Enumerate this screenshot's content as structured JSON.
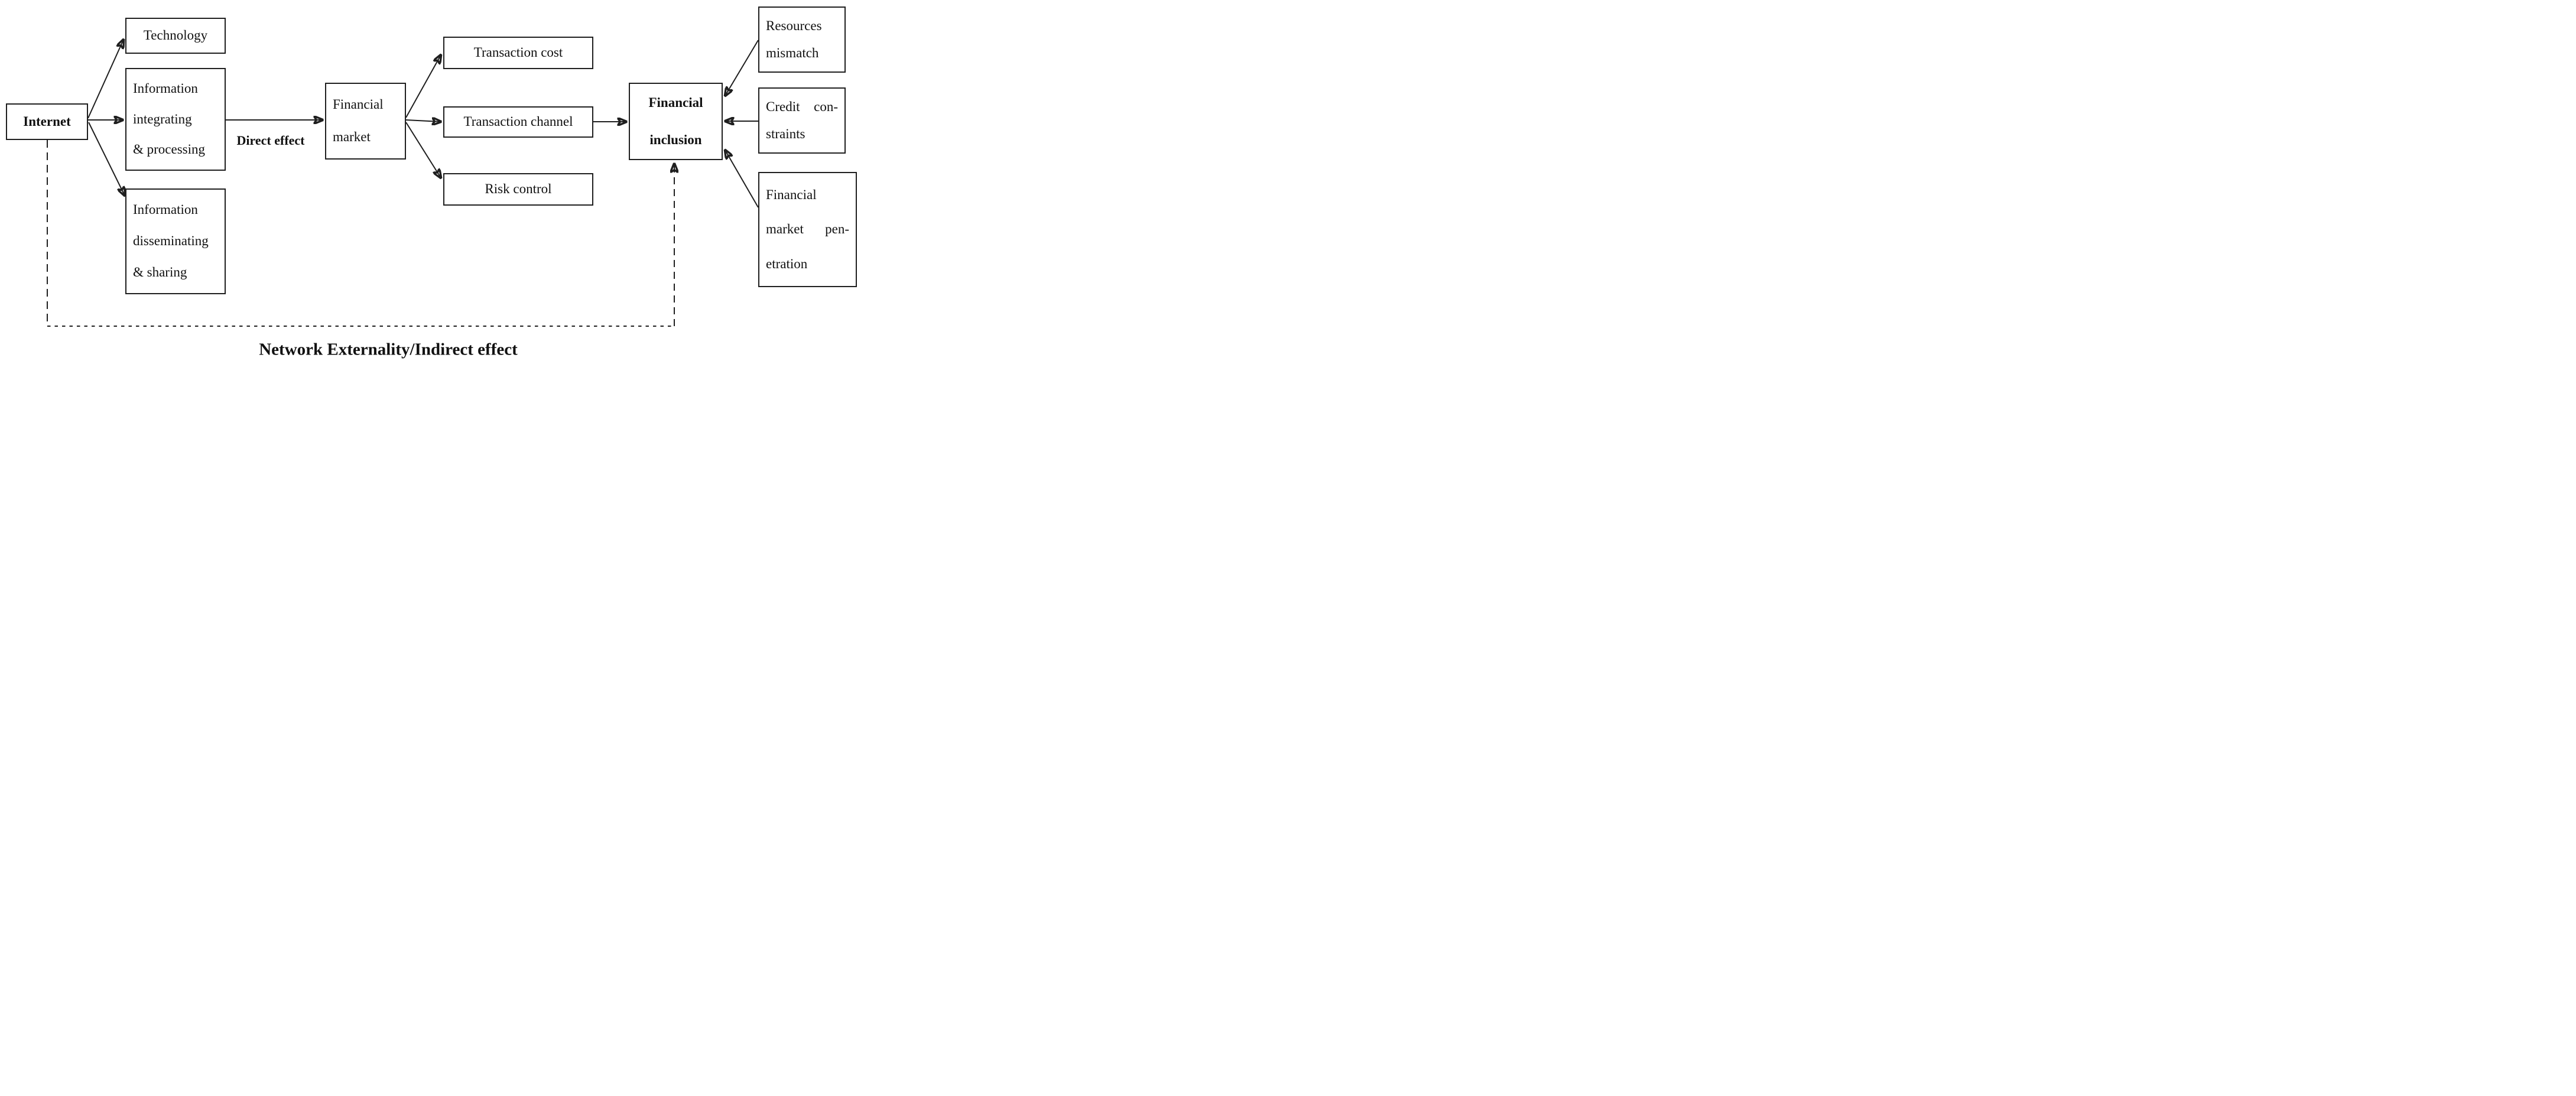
{
  "diagram": {
    "nodes": {
      "internet": {
        "label": "Internet"
      },
      "technology": {
        "label": "Technology"
      },
      "info_integrating": {
        "lines": [
          "Information",
          "integrating",
          "& processing"
        ]
      },
      "info_disseminating": {
        "lines": [
          "Information",
          "disseminating",
          "& sharing"
        ]
      },
      "financial_market": {
        "lines": [
          "Financial",
          "market"
        ]
      },
      "transaction_cost": {
        "label": "Transaction cost"
      },
      "transaction_channel": {
        "label": "Transaction channel"
      },
      "risk_control": {
        "label": "Risk control"
      },
      "financial_inclusion": {
        "lines": [
          "Financial",
          "inclusion"
        ]
      },
      "resources_mismatch": {
        "lines": [
          "Resources",
          "mismatch"
        ]
      },
      "credit_constraints": {
        "lines": [
          "Credit con-",
          "straints"
        ]
      },
      "financial_market_penetration": {
        "lines": [
          "Financial",
          "market pen-",
          "etration"
        ]
      }
    },
    "edge_labels": {
      "direct_effect": "Direct effect",
      "network_externality": "Network Externality/Indirect effect"
    },
    "colors": {
      "line": "#1f1f1f",
      "text": "#111111",
      "background": "#ffffff"
    }
  }
}
